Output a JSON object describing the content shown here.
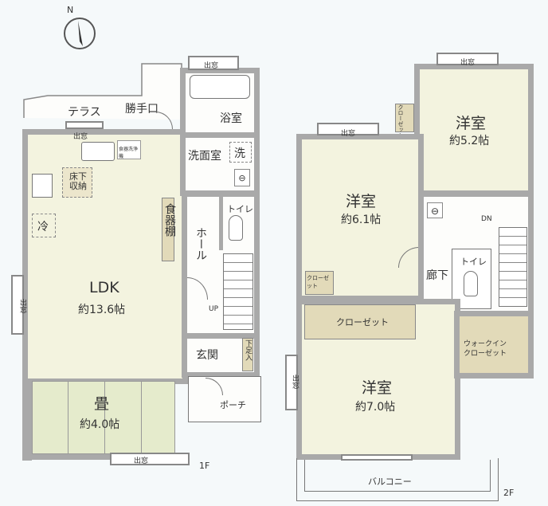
{
  "compass": {
    "north": "N"
  },
  "floor1": {
    "label": "1F",
    "terrace": "テラス",
    "back_door": "勝手口",
    "bay_window": "出窓",
    "bath": "浴室",
    "washroom": "洗面室",
    "washer": "洗",
    "dishwasher": "食器洗浄機",
    "underfloor_storage": "床下収納",
    "fridge": "冷",
    "cupboard": "食器棚",
    "toilet": "トイレ",
    "hall": "ホール",
    "up": "UP",
    "ldk": {
      "name": "LDK",
      "size": "約13.6帖"
    },
    "entrance": "玄関",
    "shoe_storage": "下足入",
    "porch": "ポーチ",
    "tatami": {
      "name": "畳",
      "size": "約4.0帖"
    }
  },
  "floor2": {
    "label": "2F",
    "bay_window": "出窓",
    "room_a": {
      "name": "洋室",
      "size": "約5.2帖"
    },
    "room_b": {
      "name": "洋室",
      "size": "約6.1帖"
    },
    "room_c": {
      "name": "洋室",
      "size": "約7.0帖"
    },
    "small_closet": "クローゼット",
    "closet": "クローゼット",
    "closet_small_b": "クローゼット",
    "walk_in_closet": "ウォークイン クローゼット",
    "corridor": "廊下",
    "toilet": "トイレ",
    "down": "DN",
    "balcony": "バルコニー"
  }
}
